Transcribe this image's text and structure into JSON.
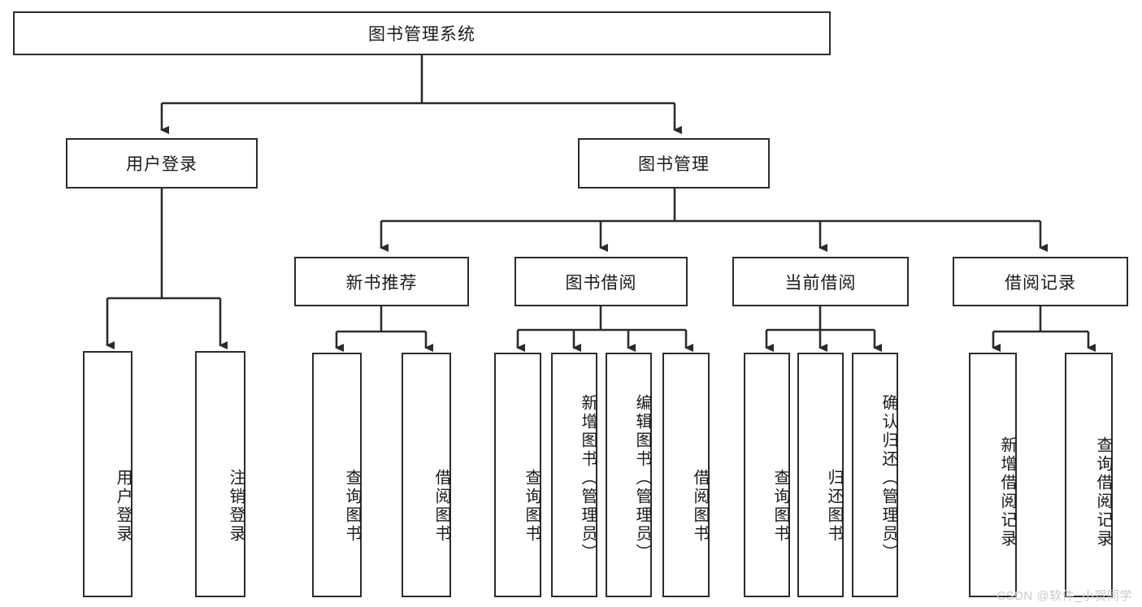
{
  "diagram": {
    "title": "图书管理系统",
    "type": "tree-hierarchy",
    "root": {
      "label": "图书管理系统"
    },
    "level2": [
      {
        "id": "user-login",
        "label": "用户登录"
      },
      {
        "id": "book-management",
        "label": "图书管理"
      }
    ],
    "level3": [
      {
        "id": "new-book-recommend",
        "label": "新书推荐"
      },
      {
        "id": "book-borrow",
        "label": "图书借阅"
      },
      {
        "id": "current-borrow",
        "label": "当前借阅"
      },
      {
        "id": "borrow-record",
        "label": "借阅记录"
      }
    ],
    "leaves": {
      "user_login": [
        {
          "id": "leaf-user-login",
          "label": "用户登录"
        },
        {
          "id": "leaf-logout",
          "label": "注销登录"
        }
      ],
      "new_book_recommend": [
        {
          "id": "leaf-query-book-1",
          "label": "查询图书"
        },
        {
          "id": "leaf-borrow-book-1",
          "label": "借阅图书"
        }
      ],
      "book_borrow": [
        {
          "id": "leaf-query-book-2",
          "label": "查询图书"
        },
        {
          "id": "leaf-add-book",
          "label": "新增图书（管理员）"
        },
        {
          "id": "leaf-edit-book",
          "label": "编辑图书（管理员）"
        },
        {
          "id": "leaf-borrow-book-2",
          "label": "借阅图书"
        }
      ],
      "current_borrow": [
        {
          "id": "leaf-query-book-3",
          "label": "查询图书"
        },
        {
          "id": "leaf-return-book",
          "label": "归还图书"
        },
        {
          "id": "leaf-confirm-return",
          "label": "确认归还（管理员）"
        }
      ],
      "borrow_record": [
        {
          "id": "leaf-add-record",
          "label": "新增借阅记录"
        },
        {
          "id": "leaf-query-record",
          "label": "查询借阅记录"
        }
      ]
    },
    "colors": {
      "stroke": "#2b2b2b",
      "fill": "#ffffff",
      "text": "#1a1a1a",
      "watermark": "#c9c9c9"
    }
  },
  "watermark": {
    "text": "CSDN @软件_小贺同学"
  }
}
